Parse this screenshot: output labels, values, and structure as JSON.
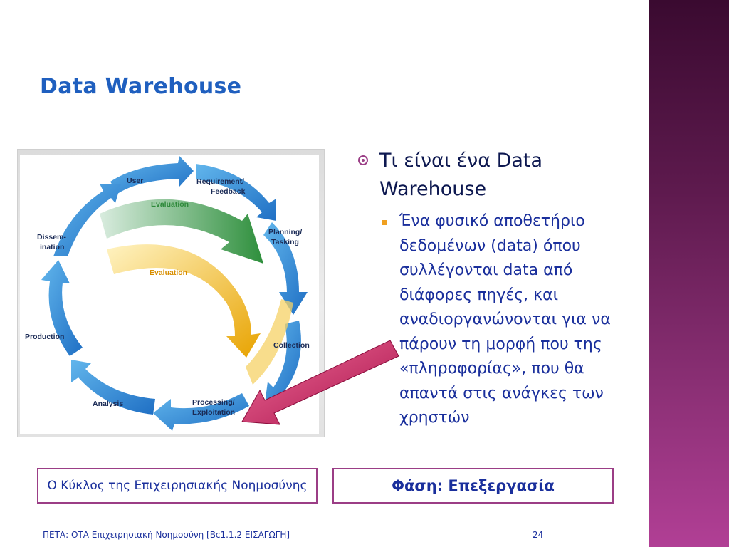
{
  "slide": {
    "title": "Data Warehouse",
    "bullets": {
      "level1": "Τι είναι ένα Data Warehouse",
      "level2": "Ένα φυσικό αποθετήριο δεδομένων (data) όπου συλλέγονται data από διάφορες πηγές, και αναδιοργανώνονται για να πάρουν τη μορφή που της «πληροφορίας», που θα απαντά στις ανάγκες των χρηστών"
    },
    "captions": {
      "left": "Ο Κύκλος της Επιχειρησιακής Νοημοσύνης",
      "right": "Φάση: Επεξεργασία"
    },
    "footer": {
      "text": "ΠΕΤΑ: ΟΤΑ Επιχειρησιακή Νοημοσύνη [Bc1.1.2 ΕΙΣΑΓΩΓΗ]",
      "page_number": "24"
    }
  },
  "diagram": {
    "labels": {
      "user": "User",
      "requirement_1": "Requirement/",
      "requirement_2": "Feedback",
      "planning_1": "Planning/",
      "planning_2": "Tasking",
      "collection": "Collection",
      "processing_1": "Processing/",
      "processing_2": "Exploitation",
      "analysis": "Analysis",
      "production": "Production",
      "dissem_1": "Dissem-",
      "dissem_2": "ination",
      "evaluation_green": "Evaluation",
      "evaluation_yellow": "Evaluation"
    }
  },
  "colors": {
    "title": "#1f5fbf",
    "accent_purple": "#9b3e86",
    "bullet_square": "#f0a020",
    "cycle_blue": "#2f86d6",
    "cycle_green": "#3c9a44",
    "cycle_yellow": "#f0b20a",
    "pointer_arrow": "#c3185a"
  }
}
